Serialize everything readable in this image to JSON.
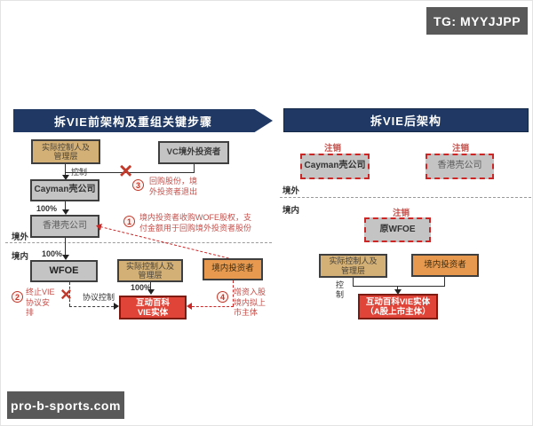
{
  "badges": {
    "tg_label": "TG: MYYJJPP",
    "watermark_label": "pro-b-sports.com"
  },
  "colors": {
    "navy": "#1f3864",
    "box_gray": "#c4c4c4",
    "box_tan": "#d2b076",
    "box_orange": "#e79a4f",
    "box_red": "#e04438",
    "annotation_red": "#c4504b",
    "dashed_red": "#cb2727",
    "badge_gray": "#595959"
  },
  "left": {
    "title": "拆VIE前架构及重组关键步骤",
    "offshore": "境外",
    "onshore": "境内",
    "boxes": {
      "controller_top": "实际控制人及\n管理层",
      "vc_investor": "VC境外投资者",
      "cayman": "Cayman壳公司",
      "hk": "香港壳公司",
      "wfoe": "WFOE",
      "controller_mid": "实际控制人及\n管理层",
      "domestic_investor": "境内投资者",
      "vie_entity": "互动百科\nVIE实体"
    },
    "edge_labels": {
      "control": "控制",
      "pct_cayman": "100%",
      "pct_wfoe": "100%",
      "pct_vie": "100%",
      "agreement_control": "协议控制"
    },
    "steps": [
      {
        "num": "1",
        "text": "境内投资者收购WOFE股权，支\n付金额用于回购境外投资者股份"
      },
      {
        "num": "2",
        "text": "终止VIE\n协议安\n排"
      },
      {
        "num": "3",
        "text": "回购股份，境\n外投资者退出"
      },
      {
        "num": "4",
        "text": "增资入股\n境内拟上\n市主体"
      }
    ]
  },
  "right": {
    "title": "拆VIE后架构",
    "offshore": "境外",
    "onshore": "境内",
    "cancel_label": "注销",
    "boxes": {
      "cayman": "Cayman壳公司",
      "hk": "香港壳公司",
      "wfoe": "原WFOE",
      "controller": "实际控制人及\n管理层",
      "domestic_investor": "境内投资者",
      "vie_entity": "互动百科VIE实体\n（A股上市主体）"
    },
    "edge_labels": {
      "control": "控\n制"
    }
  }
}
